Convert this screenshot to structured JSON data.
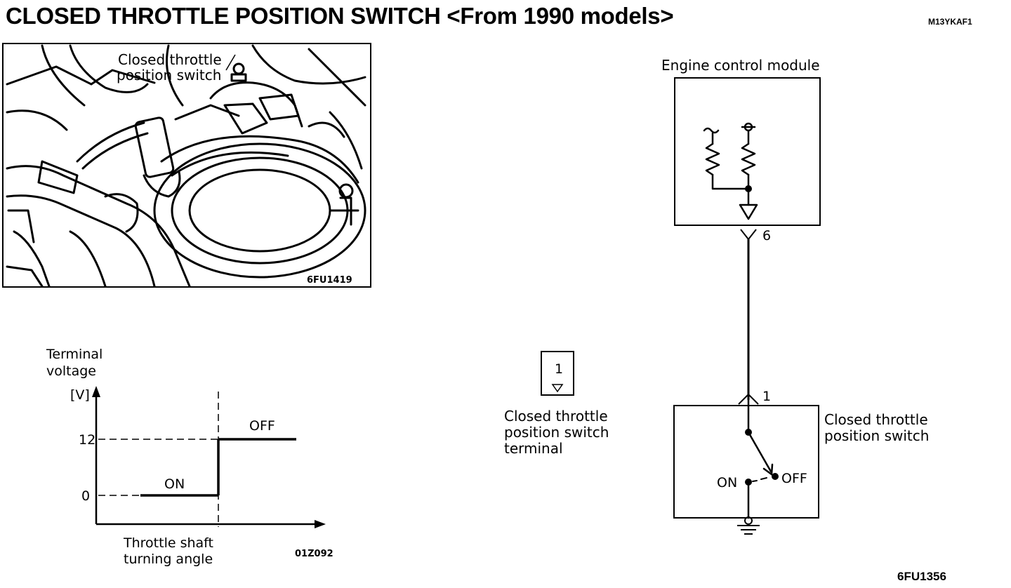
{
  "header": {
    "title": "CLOSED THROTTLE POSITION SWITCH <From 1990 models>",
    "doc_code": "M13YKAF1"
  },
  "photo": {
    "label_line1": "Closed throttle",
    "label_line2": "position switch",
    "code": "6FU1419"
  },
  "graph": {
    "ylabel_line1": "Terminal",
    "ylabel_line2": "voltage",
    "yunit": "[V]",
    "tick_12": "12",
    "tick_0": "0",
    "state_off": "OFF",
    "state_on": "ON",
    "xlabel_line1": "Throttle shaft",
    "xlabel_line2": "turning angle",
    "code": "01Z092"
  },
  "legend": {
    "terminal_number": "1",
    "line1": "Closed throttle",
    "line2": "position switch",
    "line3": "terminal"
  },
  "circuit": {
    "ecm_label": "Engine control module",
    "pin_ecm": "6",
    "pin_switch": "1",
    "switch_label_line1": "Closed throttle",
    "switch_label_line2": "position switch",
    "on_label": "ON",
    "off_label": "OFF"
  },
  "footer": {
    "code": "6FU1356"
  },
  "chart_data": {
    "type": "line",
    "title": "",
    "xlabel": "Throttle shaft turning angle",
    "ylabel": "Terminal voltage [V]",
    "yticks": [
      0,
      12
    ],
    "series": [
      {
        "name": "ON",
        "points": [
          [
            0,
            0
          ],
          [
            1,
            0
          ]
        ]
      },
      {
        "name": "OFF",
        "points": [
          [
            1,
            12
          ],
          [
            2,
            12
          ]
        ]
      }
    ]
  }
}
